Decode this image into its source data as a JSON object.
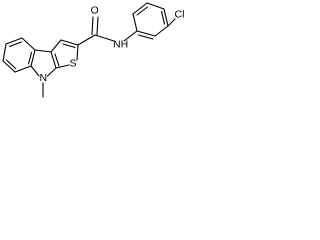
{
  "diagram": {
    "atoms": {
      "oxygen": "O",
      "amide_nitrogen": "NH",
      "sulfur": "S",
      "ring_nitrogen": "N",
      "chlorine": "Cl"
    }
  },
  "colors": {
    "bond": "#000000",
    "label": "#000000",
    "background": "#ffffff"
  }
}
